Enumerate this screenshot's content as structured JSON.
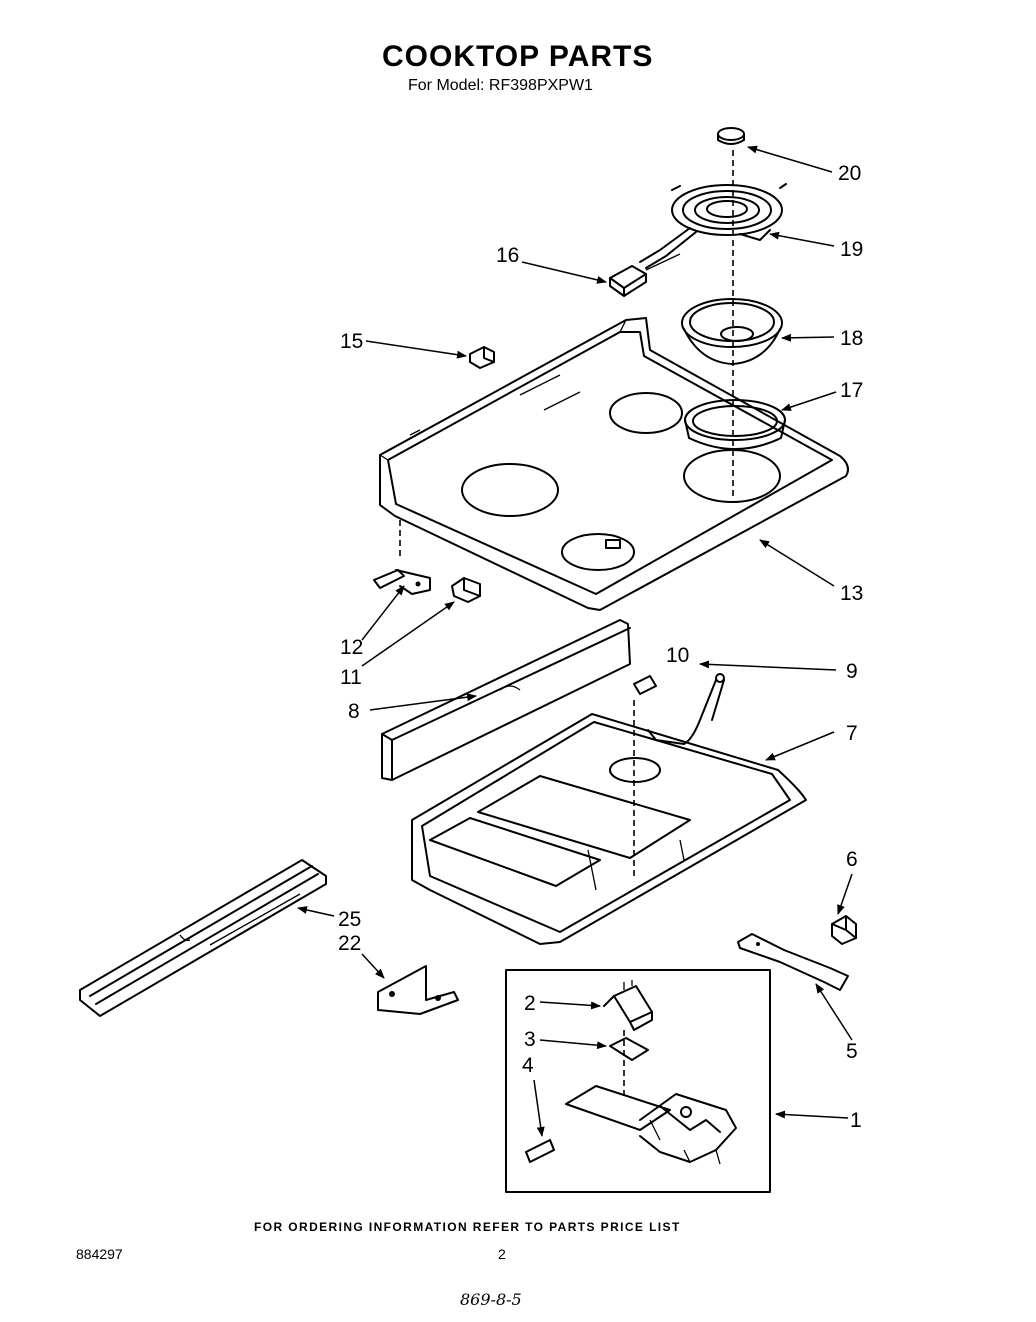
{
  "header": {
    "title": "COOKTOP PARTS",
    "subtitle": "For Model: RF398PXPW1"
  },
  "callouts": {
    "c1": "1",
    "c2": "2",
    "c3": "3",
    "c4": "4",
    "c5": "5",
    "c6": "6",
    "c7": "7",
    "c8": "8",
    "c9": "9",
    "c10": "10",
    "c11": "11",
    "c12": "12",
    "c13": "13",
    "c15": "15",
    "c16": "16",
    "c17": "17",
    "c18": "18",
    "c19": "19",
    "c20": "20",
    "c22": "22",
    "c25": "25"
  },
  "footer": {
    "ordering_note": "FOR ORDERING INFORMATION REFER TO PARTS PRICE LIST",
    "doc_number": "884297",
    "page_number": "2",
    "handwritten": "869-8-5"
  }
}
